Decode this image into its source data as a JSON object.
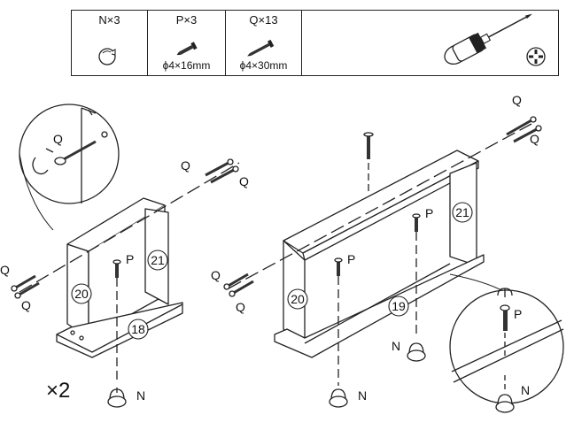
{
  "parts": [
    {
      "label": "N×3",
      "size": ""
    },
    {
      "label": "P×3",
      "size": "ϕ4×16mm"
    },
    {
      "label": "Q×13",
      "size": "ϕ4×30mm"
    }
  ],
  "tool": "screwdriver-icon",
  "callouts": {
    "q": "Q",
    "p": "P",
    "n": "N"
  },
  "panels": {
    "p18": "18",
    "p19": "19",
    "p20": "20",
    "p21": "21"
  },
  "multiplier": "×2"
}
